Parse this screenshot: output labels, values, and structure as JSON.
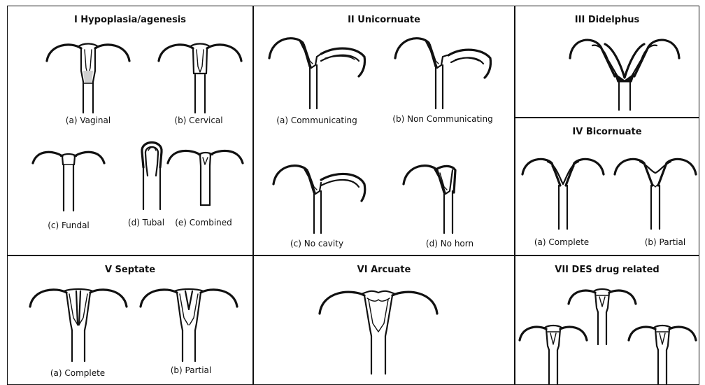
{
  "panels": {
    "p1": {
      "title": "I Hypoplasia/agenesis",
      "captions": [
        "(a) Vaginal",
        "(b) Cervical",
        "(c) Fundal",
        "(d) Tubal",
        "(e) Combined"
      ]
    },
    "p2": {
      "title": "II Unicornuate",
      "captions": [
        "(a) Communicating",
        "(b) Non Communicating",
        "(c) No cavity",
        "(d) No horn"
      ]
    },
    "p3": {
      "title": "III Didelphus",
      "captions": []
    },
    "p4": {
      "title": "IV Bicornuate",
      "captions": [
        "(a) Complete",
        "(b) Partial"
      ]
    },
    "p5": {
      "title": "V Septate",
      "captions": [
        "(a) Complete",
        "(b) Partial"
      ]
    },
    "p6": {
      "title": "VI Arcuate",
      "captions": []
    },
    "p7": {
      "title": "VII DES drug related",
      "captions": []
    }
  }
}
